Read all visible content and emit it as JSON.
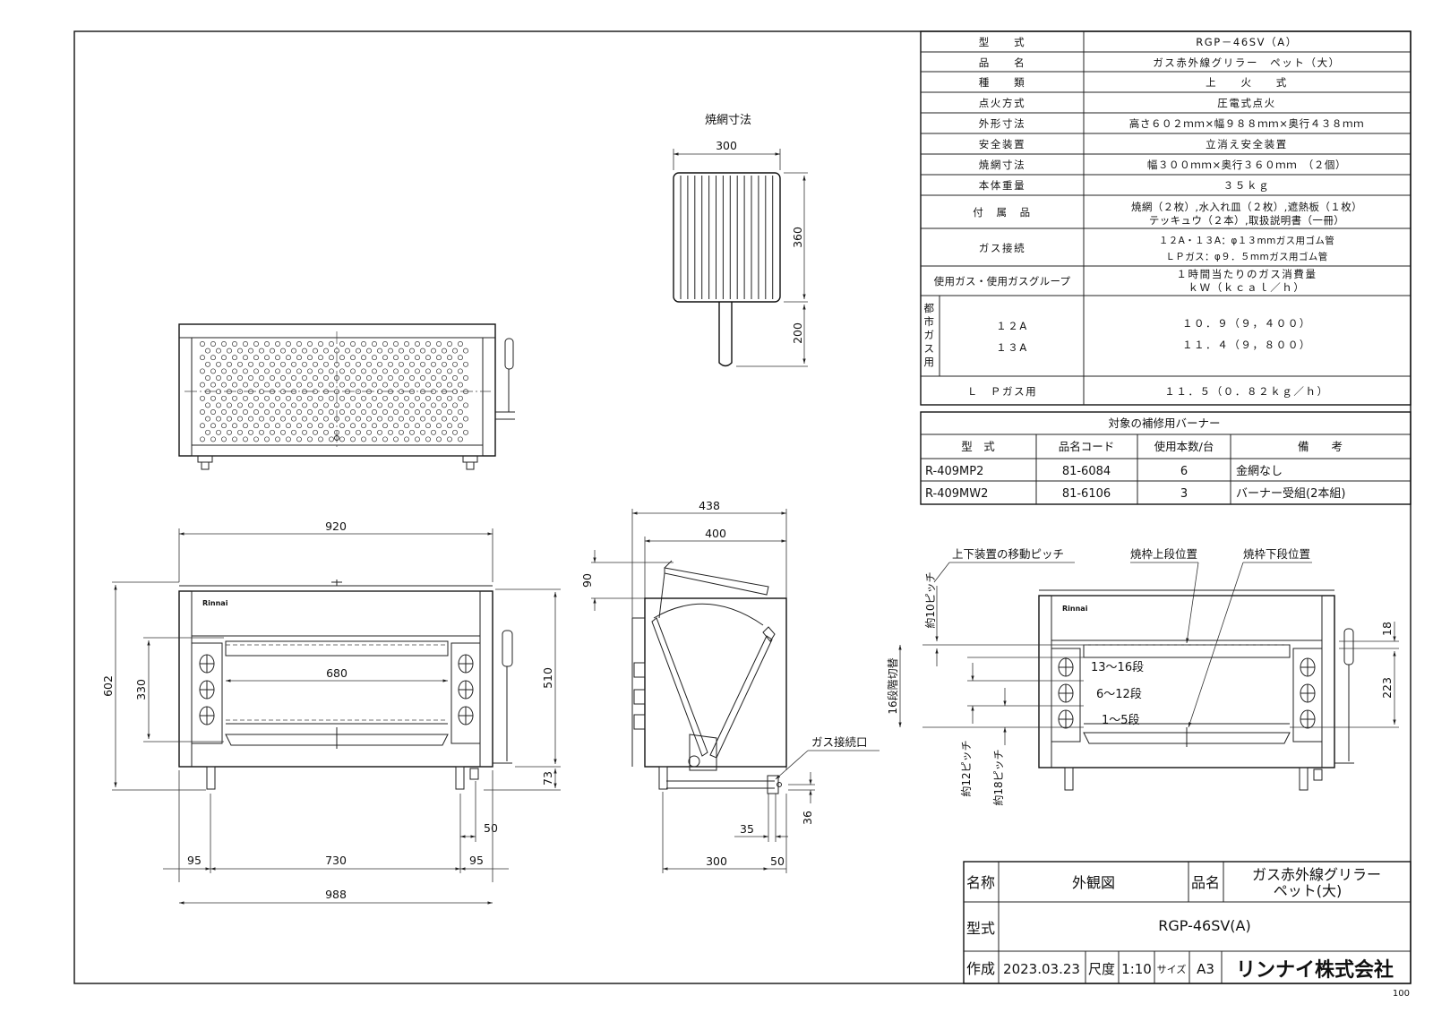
{
  "spec": {
    "rows": [
      {
        "label": "型　　式",
        "value": "RGP－46SV（A）"
      },
      {
        "label": "品　　名",
        "value": "ガス赤外線グリラー　ペット（大）"
      },
      {
        "label": "種　　類",
        "value": "上　　火　　式"
      },
      {
        "label": "点火方式",
        "value": "圧電式点火"
      },
      {
        "label": "外形寸法",
        "value": "高さ６０２ｍｍ×幅９８８ｍｍ×奥行４３８ｍｍ"
      },
      {
        "label": "安全装置",
        "value": "立消え安全装置"
      },
      {
        "label": "焼網寸法",
        "value": "幅３００ｍｍ×奥行３６０ｍｍ　（２個）"
      },
      {
        "label": "本体重量",
        "value": "３５ｋｇ"
      }
    ],
    "accessories": {
      "label": "付　属　品",
      "line1": "焼網（２枚）,水入れ皿（２枚）,遮熱板（１枚）",
      "line2": "テッキュウ（２本）,取扱説明書（一冊）"
    },
    "gas_connection": {
      "label": "ガス接続",
      "line1": "１２A・１３A：φ１３mmガス用ゴム管",
      "line2": "ＬＰガス：φ９．５mmガス用ゴム管"
    },
    "gas_group": {
      "label": "使用ガス・使用ガスグループ",
      "line1": "１時間当たりのガス消費量",
      "line2": "ｋＷ（ｋｃａｌ／ｈ）"
    },
    "city_gas": {
      "label_chars": [
        "都",
        "市",
        "ガ",
        "ス",
        "用"
      ],
      "types": [
        "１２A",
        "１３A"
      ],
      "values": [
        "１０．９（９，４００）",
        "１１．４（９，８００）"
      ]
    },
    "lp_gas": {
      "label": "Ｌ　Ｐガス用",
      "value": "１１．５（０．８２ｋｇ／ｈ）"
    }
  },
  "burner": {
    "title": "対象の補修用バーナー",
    "headers": [
      "型　式",
      "品名コード",
      "使用本数/台",
      "備　　考"
    ],
    "rows": [
      [
        "R-409MP2",
        "81-6084",
        "6",
        "金網なし"
      ],
      [
        "R-409MW2",
        "81-6106",
        "3",
        "バーナー受組(2本組)"
      ]
    ]
  },
  "grate": {
    "title": "焼網寸法",
    "w": "300",
    "d": "360",
    "handle": "200"
  },
  "front": {
    "w920": "920",
    "w680": "680",
    "h602": "602",
    "h330": "330",
    "h510": "510",
    "h73": "73",
    "w50": "50",
    "w95a": "95",
    "w730": "730",
    "w95b": "95",
    "w988": "988",
    "brand": "Rinnai"
  },
  "side": {
    "d438": "438",
    "d400": "400",
    "h90": "90",
    "gas_port": "ガス接続口",
    "d35": "35",
    "h36": "36",
    "d300": "300",
    "d50": "50"
  },
  "detail": {
    "label_pitch": "上下装置の移動ピッチ",
    "label_upper": "焼枠上段位置",
    "label_lower": "焼枠下段位置",
    "v10": "約10ピッチ",
    "v16": "16段階切替",
    "v12": "約12ピッチ",
    "v18": "約18ピッチ",
    "s1": "13～16段",
    "s2": "6～12段",
    "s3": "1～5段",
    "h18": "18",
    "h223": "223",
    "brand": "Rinnai"
  },
  "titleblock": {
    "name_label": "名称",
    "name_value": "外観図",
    "product_label": "品名",
    "product_l1": "ガス赤外線グリラー",
    "product_l2": "ペット(大)",
    "model_label": "型式",
    "model_value": "RGP-46SV(A)",
    "made_label": "作成",
    "date": "2023.03.23",
    "scale_label": "尺度",
    "scale": "1:10",
    "size_label": "サイズ",
    "size": "A3",
    "company": "リンナイ株式会社"
  },
  "page_no": "100"
}
